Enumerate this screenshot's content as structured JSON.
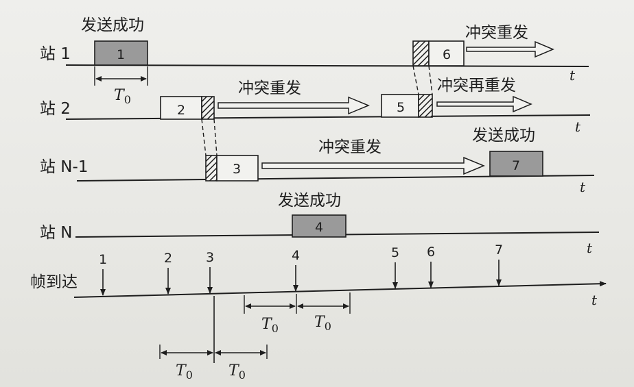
{
  "stations": [
    {
      "label": "站 1",
      "axis": "t"
    },
    {
      "label": "站 2",
      "axis": "t"
    },
    {
      "label": "站 N-1",
      "axis": "t"
    },
    {
      "label": "站 N",
      "axis": "t"
    }
  ],
  "frames": [
    "1",
    "2",
    "3",
    "4",
    "5",
    "6",
    "7"
  ],
  "annotations": {
    "success": "发送成功",
    "collision_resend": "冲突重发",
    "collision_resend_again": "冲突再重发"
  },
  "arrival_row": {
    "label": "帧到达",
    "axis": "t",
    "marks": [
      "1",
      "2",
      "3",
      "4",
      "5",
      "6",
      "7"
    ]
  },
  "interval": {
    "symbol": "T",
    "subscript": "0"
  },
  "colors": {
    "line": "#1e1e1e",
    "frame_fill_plain": "#f2f2ef",
    "frame_fill_success": "#9a9a9a"
  }
}
